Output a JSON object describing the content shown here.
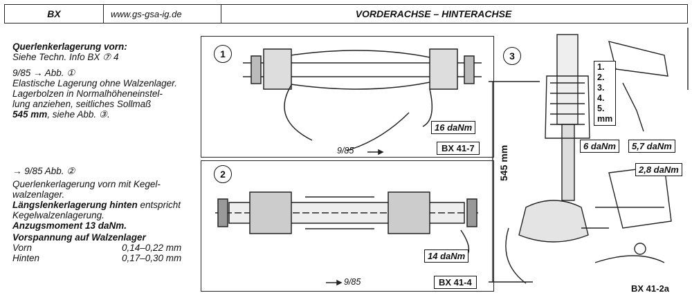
{
  "header": {
    "model": "BX",
    "url": "www.gs-gsa-ig.de",
    "title": "VORDERACHSE – HINTERACHSE"
  },
  "left_text": {
    "heading1": "Querlenkerlagerung vorn:",
    "line_info": "Siehe Techn. Info BX ⑦ 4",
    "line_date1": "9/85 → Abb. ①",
    "para1_a": "Elastische Lagerung ohne Walzenlager.",
    "para1_b": "Lagerbolzen in Normalhöheneinstel-",
    "para1_c": "lung anziehen, seitliches Sollmaß",
    "para1_value": "545 mm",
    "para1_d": ", siehe Abb. ③.",
    "line_date2": "→ 9/85 Abb. ②",
    "para2_a": "Querlenkerlagerung vorn mit Kegel-",
    "para2_b": "walzenlager.",
    "para3_bold": "Längslenkerlagerung hinten",
    "para3_a": " entspricht",
    "para3_b": "Kegelwalzenlagerung.",
    "torque_line": "Anzugsmoment 13 daNm.",
    "preload_heading": "Vorspannung auf Walzenlager",
    "preload_rows": [
      {
        "label": "Vorn",
        "value": "0,14–0,22 mm"
      },
      {
        "label": "Hinten",
        "value": "0,17–0,30 mm"
      }
    ]
  },
  "figure1": {
    "number": "1",
    "torque": "16 daNm",
    "date_label": "9/85",
    "ref": "BX 41-7"
  },
  "figure2": {
    "number": "2",
    "torque": "14 daNm",
    "date_label": "9/85",
    "ref": "BX 41-4"
  },
  "figure3": {
    "number": "3",
    "dimension": "545 mm",
    "list": [
      "1.",
      "2.",
      "3.",
      "4.",
      "5."
    ],
    "list_unit": "mm",
    "torque_a": "6 daNm",
    "torque_b": "5,7 daNm",
    "torque_c": "2,8 daNm",
    "ref": "BX 41-2a"
  }
}
